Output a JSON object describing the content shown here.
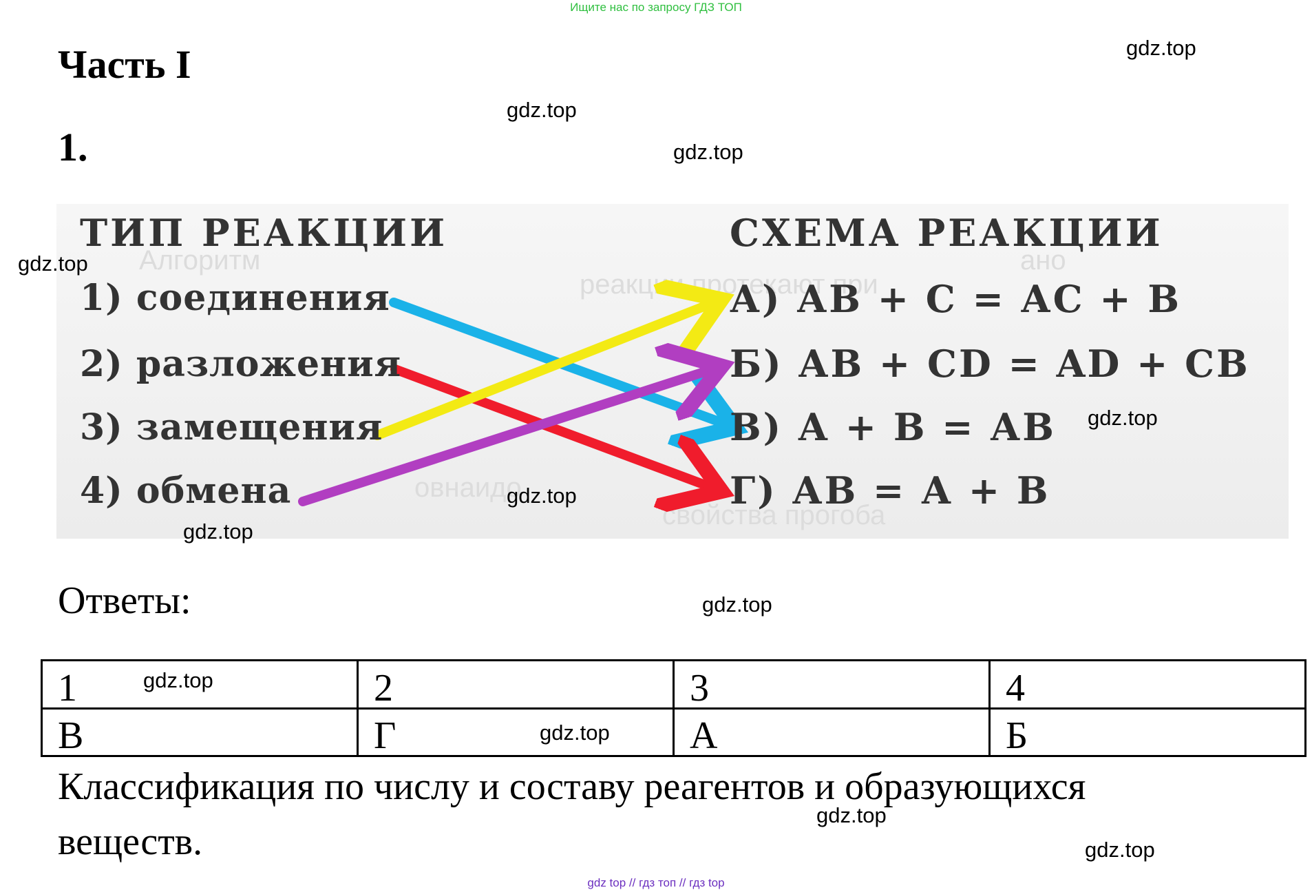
{
  "header": {
    "banner": "Ищите нас по запросу ГДЗ ТОП"
  },
  "watermark": "gdz.top",
  "part_title": "Часть I",
  "task_number": "1.",
  "exercise": {
    "left_heading": "ТИП РЕАКЦИИ",
    "right_heading": "СХЕМА РЕАКЦИИ",
    "reaction_types": [
      "1) соединения",
      "2) разложения",
      "3) замещения",
      "4) обмена"
    ],
    "schemes": [
      "А) АВ + С = АС + В",
      "Б) АВ + CD = AD + CB",
      "В) А + В = АВ",
      "Г) АВ = А + В"
    ],
    "arrow_colors": {
      "type1": "#1ab2e8",
      "type2": "#f01c2c",
      "type3": "#f3ea14",
      "type4": "#b13ec1"
    }
  },
  "answers": {
    "label": "Ответы:",
    "headers": [
      "1",
      "2",
      "3",
      "4"
    ],
    "values": [
      "В",
      "Г",
      "А",
      "Б"
    ]
  },
  "classification_text": "Классификация по числу и составу реагентов и образующихся веществ.",
  "footer": {
    "links": "gdz top  //  гдз топ  //  гдз top"
  }
}
